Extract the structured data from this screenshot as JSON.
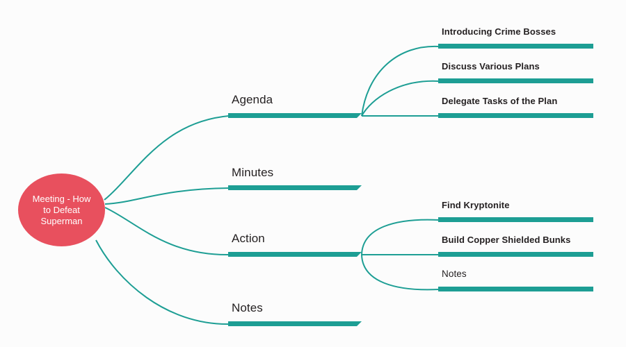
{
  "diagram": {
    "type": "mind-map",
    "background_color": "#fcfcfc",
    "accent_color": "#1d9e94",
    "root_color": "#e8505e",
    "text_color": "#231f20",
    "root": {
      "label": "Meeting - How to Defeat Superman",
      "line1": "Meeting - How",
      "line2": "to Defeat",
      "line3": "Superman"
    },
    "branches": [
      {
        "label": "Agenda",
        "children": [
          {
            "label": "Introducing Crime Bosses",
            "weight": "bold"
          },
          {
            "label": "Discuss Various Plans",
            "weight": "bold"
          },
          {
            "label": "Delegate Tasks of the Plan",
            "weight": "bold"
          }
        ]
      },
      {
        "label": "Minutes",
        "children": []
      },
      {
        "label": "Action",
        "children": [
          {
            "label": "Find Kryptonite",
            "weight": "bold"
          },
          {
            "label": "Build Copper Shielded Bunks",
            "weight": "bold"
          },
          {
            "label": "Notes",
            "weight": "regular"
          }
        ]
      },
      {
        "label": "Notes",
        "children": []
      }
    ]
  }
}
